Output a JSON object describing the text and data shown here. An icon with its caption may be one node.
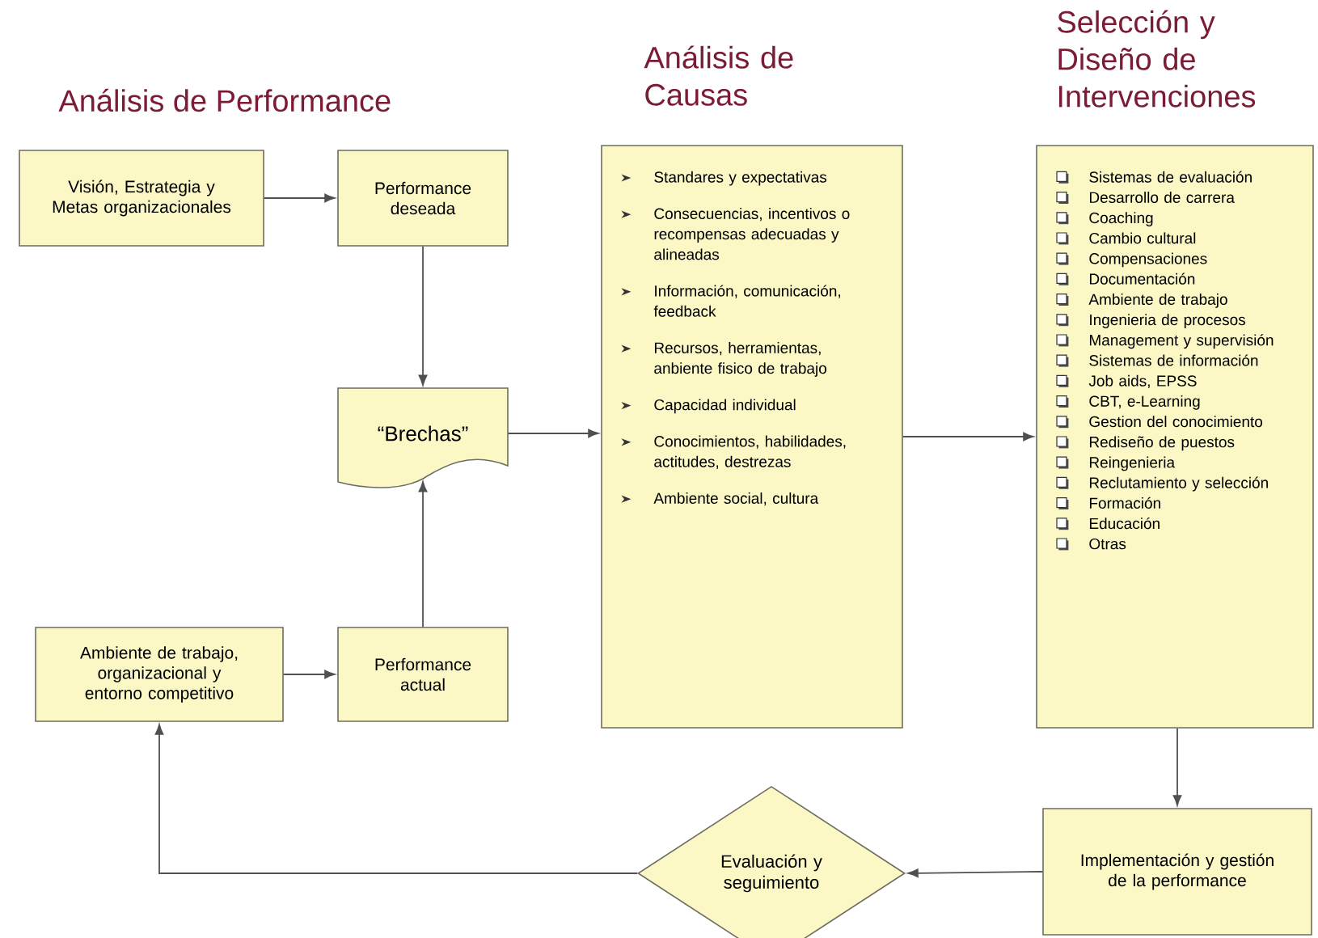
{
  "diagram": {
    "nodes": [
      {
        "text": [
          "Visión, Estrategia y Metas organizacionales"
        ]
      },
      {
        "text": [
          "Performance deseada"
        ]
      },
      {
        "text": [
          "“Brechas”"
        ]
      },
      {
        "text": [
          "Ambiente de trabajo, organizacional y entorno competitivo"
        ]
      },
      {
        "text": [
          "Performance actual"
        ]
      },
      {
        "text": [
          "Análisis de Causas",
          "Standares y expectativas",
          "Consecuencias, incentivos o recompensas adecuadas y alineadas",
          "Información, comunicación, feedback",
          "Recursos, herramientas, anbiente fisico de trabajo",
          "Capacidad individual",
          "Conocimientos, habilidades, actitudes, destrezas",
          "Ambiente social, cultura"
        ]
      },
      {
        "text": [
          "Selección y Diseño de Intervenciones",
          "Sistemas de evaluación",
          "Desarrollo de carrera",
          "Coaching",
          "Cambio cultural",
          "Compensaciones",
          "Documentación",
          "Ambiente de trabajo",
          "Ingenieria de procesos",
          "Management y supervisión",
          "Sistemas de información",
          "Job aids, EPSS",
          "CBT, e-Learning",
          "Gestion del conocimiento",
          "Rediseño de puestos",
          "Reingenieria",
          "Reclutamiento y selección",
          "Formación",
          "Educación",
          "Otras"
        ]
      },
      {
        "text": [
          "Implementación y gestión de la performance"
        ]
      },
      {
        "text": [
          "Evaluación y seguimiento"
        ]
      }
    ],
    "edges": [
      {
        "from": 0,
        "to": 1,
        "arrow": "to"
      },
      {
        "from": 1,
        "to": 2,
        "arrow": "to"
      },
      {
        "from": 4,
        "to": 2,
        "arrow": "to"
      },
      {
        "from": 3,
        "to": 4,
        "arrow": "to"
      },
      {
        "from": 2,
        "to": 5,
        "arrow": "to"
      },
      {
        "from": 5,
        "to": 6,
        "arrow": "to"
      },
      {
        "from": 6,
        "to": 7,
        "arrow": "to"
      },
      {
        "from": 7,
        "to": 8,
        "arrow": "to"
      },
      {
        "from": 8,
        "to": 3,
        "arrow": "to"
      }
    ],
    "labels": [
      "Análisis de Performance"
    ]
  }
}
